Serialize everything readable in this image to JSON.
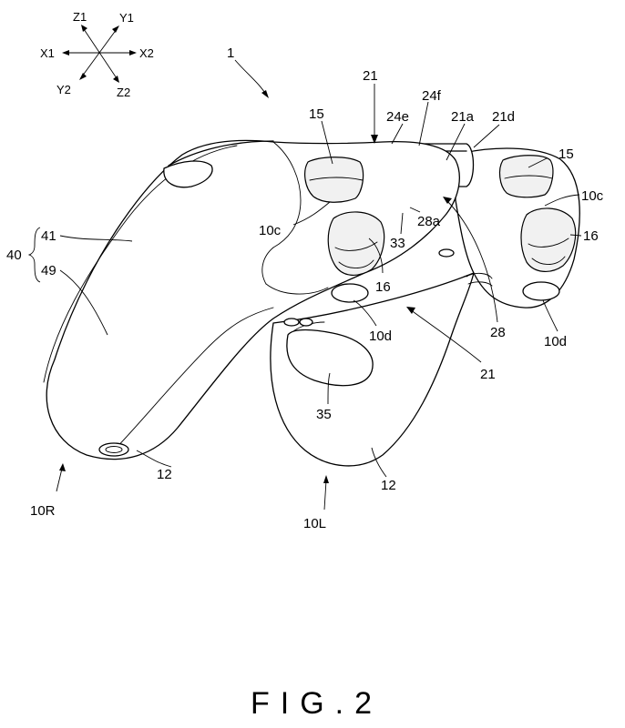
{
  "figure": {
    "caption": "FIG.2",
    "assembly_ref": "1",
    "axes": {
      "z1": "Z1",
      "y1": "Y1",
      "x1": "X1",
      "x2": "X2",
      "y2": "Y2",
      "z2": "Z2"
    },
    "labels": {
      "l21_top": "21",
      "l24e": "24e",
      "l24f": "24f",
      "l21a": "21a",
      "l21d": "21d",
      "l15_left": "15",
      "l15_right": "15",
      "l10c_left": "10c",
      "l10c_right": "10c",
      "l16_left": "16",
      "l16_right": "16",
      "l28a": "28a",
      "l33": "33",
      "l28": "28",
      "l10d_left": "10d",
      "l10d_right": "10d",
      "l21_bottom": "21",
      "l35": "35",
      "l12_left": "12",
      "l12_right": "12",
      "l10R": "10R",
      "l10L": "10L",
      "l40": "40",
      "l41": "41",
      "l49": "49"
    }
  }
}
